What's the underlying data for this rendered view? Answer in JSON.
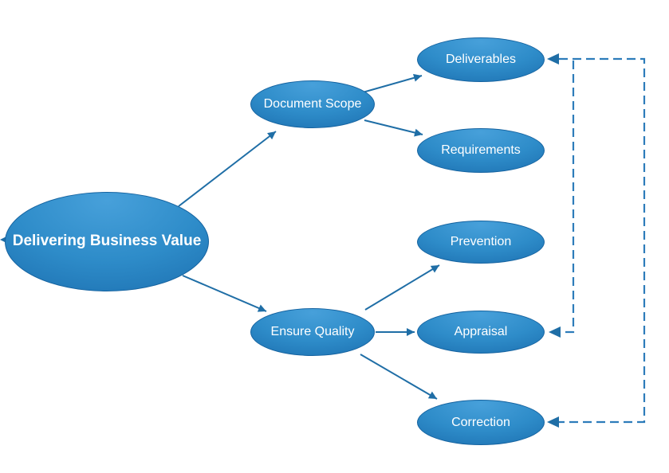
{
  "diagram": {
    "type": "mind-map",
    "background": "#ffffff"
  },
  "nodes": [
    {
      "id": "delivering-business-value",
      "label": "Delivering Business Value",
      "role": "root"
    },
    {
      "id": "document-scope",
      "label": "Document Scope",
      "role": "branch"
    },
    {
      "id": "deliverables",
      "label": "Deliverables",
      "role": "leaf"
    },
    {
      "id": "requirements",
      "label": "Requirements",
      "role": "leaf"
    },
    {
      "id": "ensure-quality",
      "label": "Ensure Quality",
      "role": "branch"
    },
    {
      "id": "prevention",
      "label": "Prevention",
      "role": "leaf"
    },
    {
      "id": "appraisal",
      "label": "Appraisal",
      "role": "leaf"
    },
    {
      "id": "correction",
      "label": "Correction",
      "role": "leaf"
    }
  ],
  "edges": {
    "solid": [
      {
        "from": "delivering-business-value",
        "to": "document-scope"
      },
      {
        "from": "delivering-business-value",
        "to": "ensure-quality"
      },
      {
        "from": "document-scope",
        "to": "deliverables"
      },
      {
        "from": "document-scope",
        "to": "requirements"
      },
      {
        "from": "ensure-quality",
        "to": "prevention"
      },
      {
        "from": "ensure-quality",
        "to": "appraisal"
      },
      {
        "from": "ensure-quality",
        "to": "correction"
      }
    ],
    "dashed": [
      {
        "between": [
          "deliverables",
          "correction"
        ],
        "arrow_into": [
          "deliverables",
          "correction"
        ],
        "route": "right-side outer loop"
      },
      {
        "branch": "inner vertical from top feedback line",
        "arrow_into": [
          "appraisal"
        ]
      }
    ],
    "clipped": [
      {
        "note": "small arrowhead at left edge of root node pointing off-canvas left"
      }
    ]
  },
  "colors": {
    "node_grad_top": "#47a0da",
    "node_grad_mid": "#2e8cc9",
    "node_grad_edge": "#1a6cad",
    "node_border": "#1563a0",
    "line_color": "#1f6ea6",
    "dash_color": "#2d7cba",
    "text_color": "#ffffff",
    "bg_color": "#ffffff"
  }
}
